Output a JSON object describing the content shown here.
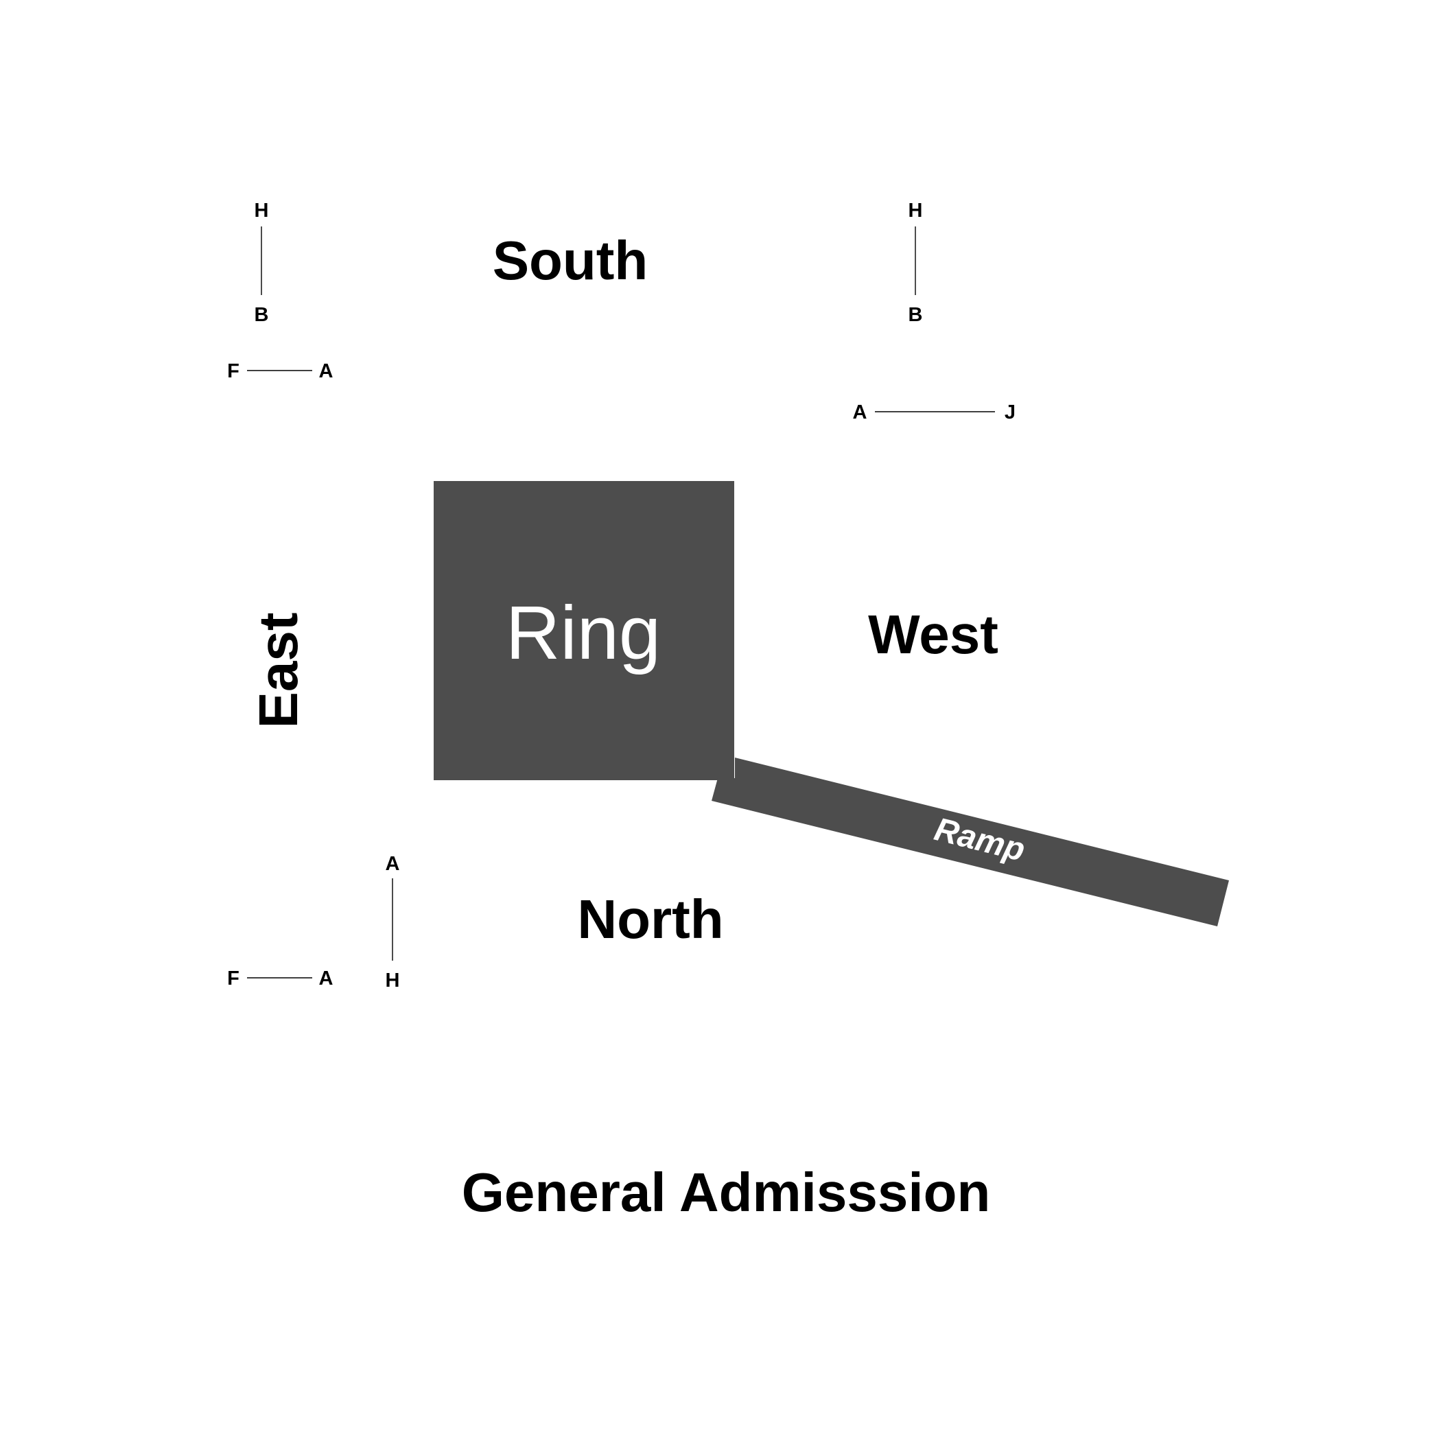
{
  "colors": {
    "background": "#ffffff",
    "stage": "#4d4d4d",
    "stage_text": "#ffffff",
    "text": "#000000"
  },
  "stage": {
    "ring_label": "Ring",
    "ramp_label": "Ramp"
  },
  "sections": {
    "south": "South",
    "east": "East",
    "west": "West",
    "north": "North",
    "general_admission": "General Admisssion"
  },
  "row_markers": {
    "south_left_vertical": {
      "start": "H",
      "end": "B"
    },
    "south_left_horizontal": {
      "start": "F",
      "end": "A"
    },
    "south_right_vertical": {
      "start": "H",
      "end": "B"
    },
    "west_horizontal": {
      "start": "A",
      "end": "J"
    },
    "north_left_vertical": {
      "start": "A",
      "end": "H"
    },
    "north_left_horizontal": {
      "start": "F",
      "end": "A"
    }
  }
}
